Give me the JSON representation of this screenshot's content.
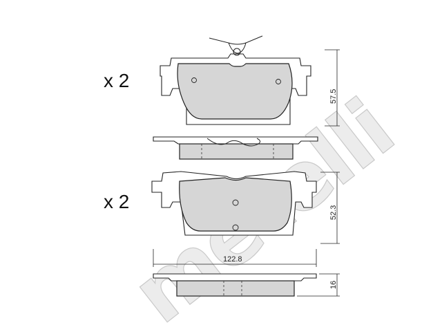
{
  "watermark": {
    "text": "metelli"
  },
  "pads": [
    {
      "quantity_label": "x 2",
      "dimension_height": "57.5"
    },
    {
      "quantity_label": "x 2",
      "dimension_height": "52.3",
      "dimension_width": "122.8",
      "dimension_thickness": "16"
    }
  ]
}
